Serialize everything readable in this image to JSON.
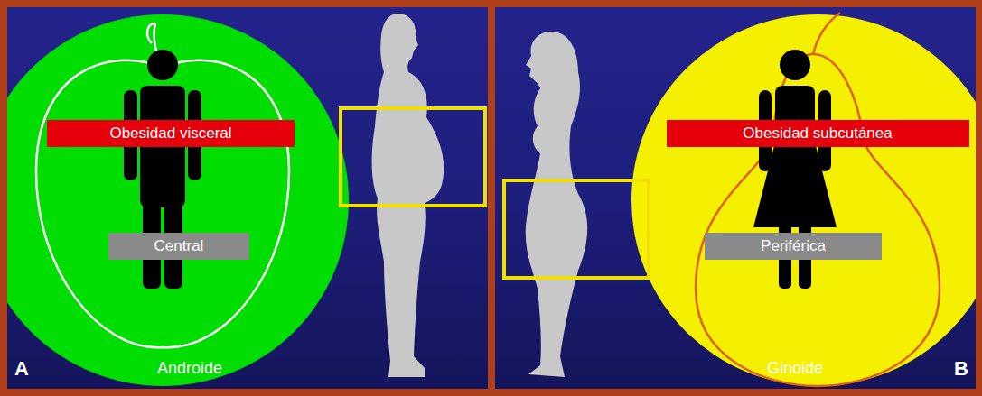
{
  "diagram": {
    "nodes": [
      {
        "text": [
          "Androide"
        ]
      },
      {
        "text": [
          "Obesidad visceral"
        ],
        "in": 0
      },
      {
        "text": [
          "Central"
        ],
        "in": 0
      },
      {
        "text": [
          "Ginoide"
        ]
      },
      {
        "text": [
          "Obesidad subcutánea"
        ],
        "in": 3
      },
      {
        "text": [
          "Periférica"
        ],
        "in": 3
      }
    ],
    "labels": [
      "A",
      "B"
    ]
  }
}
